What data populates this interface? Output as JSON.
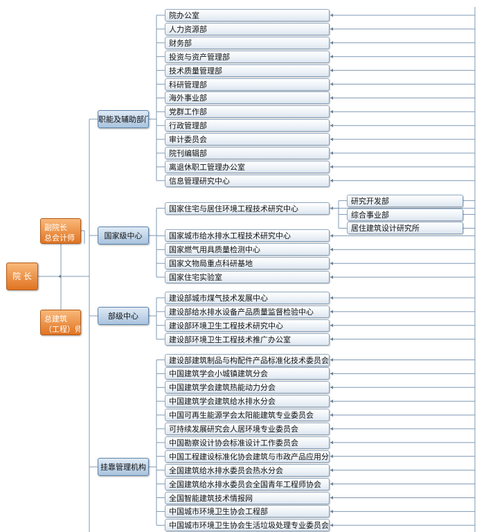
{
  "president": "院 长",
  "vice_president": [
    "副院长",
    "总会计师"
  ],
  "chief_engineer": [
    "总建筑",
    "（工程）师"
  ],
  "categories": {
    "functional": "职能及辅助部门",
    "national": "国家级中心",
    "ministry": "部级中心",
    "affiliated": "挂靠管理机构"
  },
  "functional_departments": [
    "院办公室",
    "人力资源部",
    "财务部",
    "投资与资产管理部",
    "技术质量管理部",
    "科研管理部",
    "海外事业部",
    "党群工作部",
    "行政管理部",
    "审计委员会",
    "院刊编辑部",
    "离退休职工管理办公室",
    "信息管理研究中心"
  ],
  "national_centers": [
    "国家住宅与居住环境工程技术研究中心",
    "国家城市给水排水工程技术研究中心",
    "国家燃气用具质量检测中心",
    "国家文物局重点科研基地",
    "国家住宅实验室"
  ],
  "housing_center_subunits": [
    "研究开发部",
    "综合事业部",
    "居住建筑设计研究所"
  ],
  "ministry_centers": [
    "建设部城市煤气技术发展中心",
    "建设部给水排水设备产品质量监督检验中心",
    "建设部环境卫生工程技术研究中心",
    "建设部环境卫生工程技术推广办公室"
  ],
  "affiliated_orgs": [
    "建设部建筑制品与构配件产品标准化技术委员会",
    "中国建筑学会小城镇建筑分会",
    "中国建筑学会建筑热能动力分会",
    "中国建筑学会建筑给水排水分会",
    "中国可再生能源学会太阳能建筑专业委员会",
    "可持续发展研究会人居环境专业委员会",
    "中国勘察设计协会标准设计工作委员会",
    "中国工程建设标准化协会建筑与市政产品应用分会",
    "全国建筑给水排水委员会热水分会",
    "全国建筑给水排水委员会全国青年工程师协会",
    "全国智能建筑技术情报网",
    "中国城市环境卫生协会工程部",
    "中国城市环境卫生协会生活垃圾处理专业委员会"
  ],
  "colors": {
    "line": "#7f98b3",
    "orange": "#e98a3c",
    "blue_box": "#b8cde3"
  }
}
